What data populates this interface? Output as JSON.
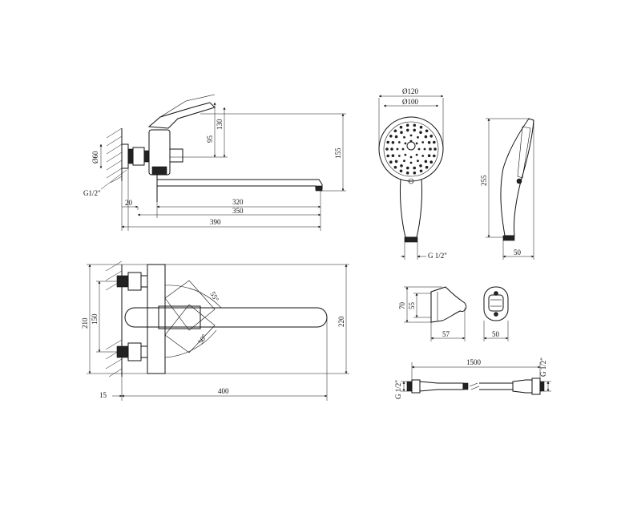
{
  "drawing": {
    "side_view": {
      "d_flange": "Ø60",
      "thread": "G1/2\"",
      "h_95": "95",
      "h_130": "130",
      "h_155": "155",
      "w_20": "20",
      "w_320": "320",
      "w_350": "350",
      "w_390": "390"
    },
    "top_view": {
      "h_210": "210",
      "h_150": "150",
      "h_220": "220",
      "angle_top": "55°",
      "angle_bottom": "50°",
      "w_15": "15",
      "w_400": "400"
    },
    "hand_shower": {
      "d_120": "Ø120",
      "d_100": "Ø100",
      "thread": "G 1/2\"",
      "h_255": "255",
      "w_50": "50"
    },
    "holder": {
      "h_70": "70",
      "h_55": "55",
      "w_57": "57",
      "w_50": "50"
    },
    "hose": {
      "length": "1500",
      "thread_left": "G 1/2\"",
      "thread_right": "G 1/2\""
    }
  }
}
